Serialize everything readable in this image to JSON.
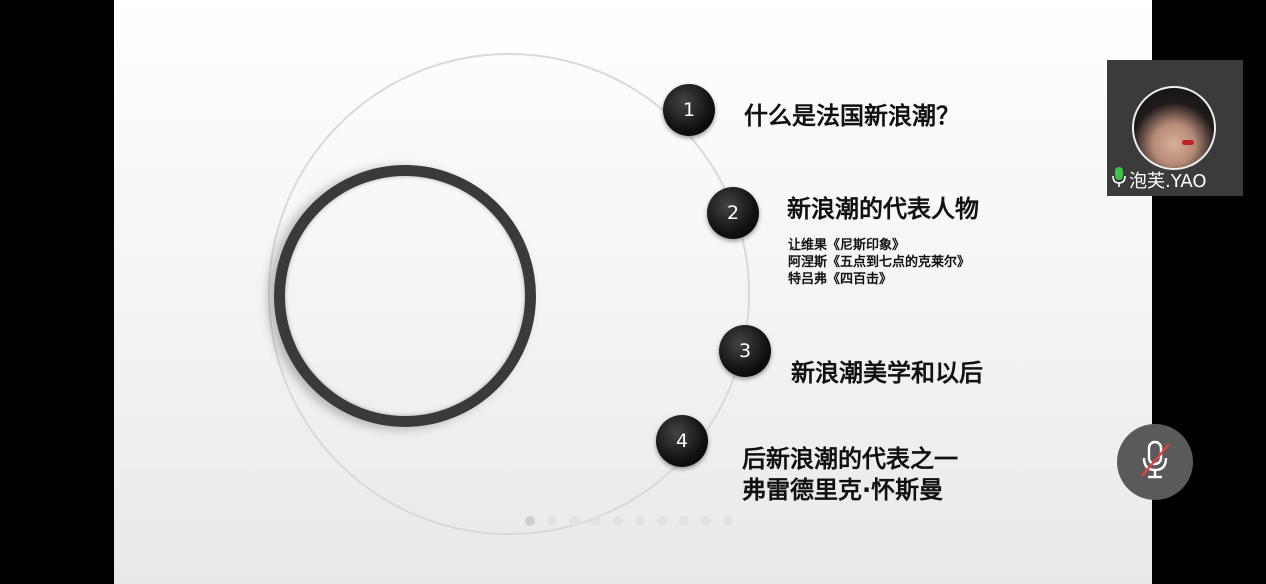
{
  "slide": {
    "items": [
      {
        "number": "1",
        "title": "什么是法国新浪潮？"
      },
      {
        "number": "2",
        "title": "新浪潮的代表人物",
        "lines": [
          "让维果《尼斯印象》",
          "阿涅斯《五点到七点的克莱尔》",
          "特吕弗《四百击》"
        ]
      },
      {
        "number": "3",
        "title": "新浪潮美学和以后"
      },
      {
        "number": "4",
        "title_lines": [
          "后新浪潮的代表之一",
          "弗雷德里克·怀斯曼"
        ]
      }
    ],
    "page_dots": {
      "count": 10,
      "active_index": 0
    }
  },
  "participant": {
    "name": "泡芙.YAO",
    "icon": "microphone-icon"
  },
  "controls": {
    "mute_icon": "microphone-muted-icon"
  },
  "colors": {
    "background": "#000000",
    "slide_bg": "#ffffff",
    "number_badge": "#111111",
    "tile_bg": "#3b3b3b",
    "mic_active": "#3cc24a",
    "mute_slash": "#e04040"
  }
}
